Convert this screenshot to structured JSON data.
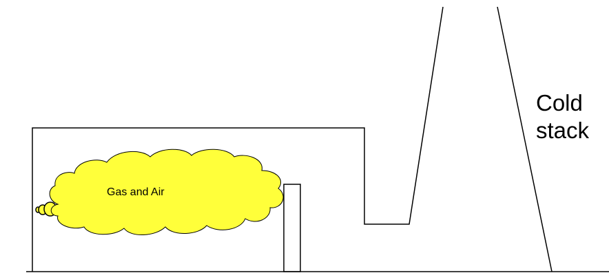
{
  "cloud": {
    "label": "Gas and Air",
    "fill_color": "#ffff3a",
    "outline_color": "#000000"
  },
  "stack": {
    "label_line1": "Cold",
    "label_line2": "stack"
  },
  "line_color": "#000000",
  "background_color": "#ffffff"
}
